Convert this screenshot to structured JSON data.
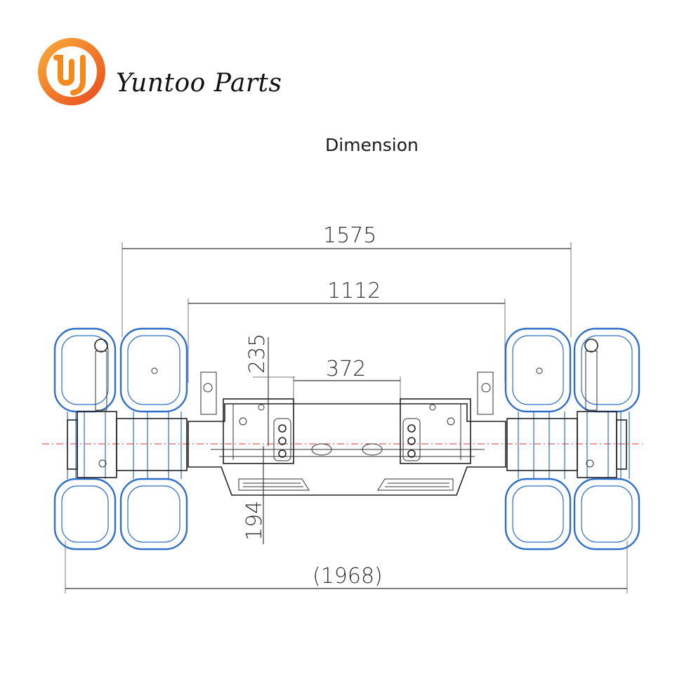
{
  "header": {
    "brand_name": "Yuntoo Parts",
    "logo_icon": "yuntoo-logo-icon",
    "logo_colors": [
      "#f7941d",
      "#e8491d"
    ]
  },
  "diagram": {
    "title": "Dimension",
    "dimensions": {
      "overall_width_a": "1575",
      "overall_width_b": "1112",
      "center_gap": "372",
      "upper_height": "235",
      "lower_height": "194",
      "total_width": "(1968)"
    },
    "colors": {
      "wheels": "#2f6fc9",
      "axle": "#222222",
      "centerline": "#dd3333"
    }
  }
}
